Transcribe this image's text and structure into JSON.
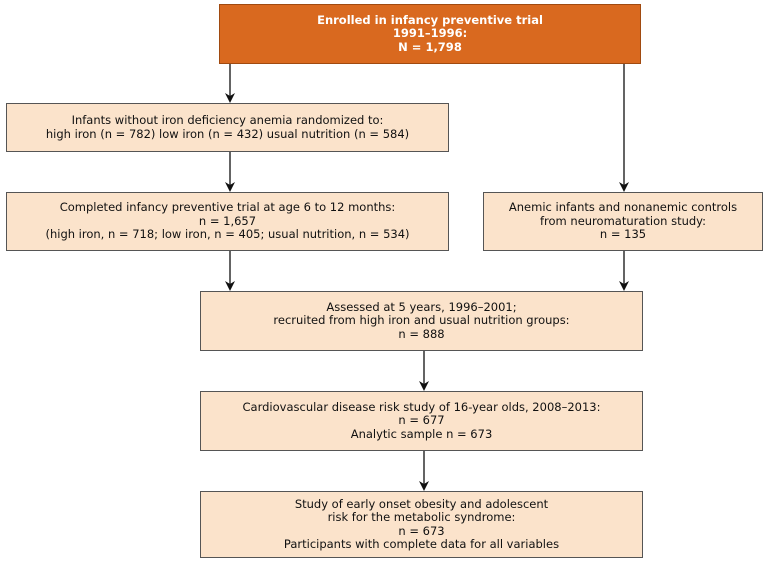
{
  "nodes": {
    "enrolled": {
      "lines": [
        "Enrolled in infancy preventive trial",
        "1991–1996:",
        "N = 1,798"
      ]
    },
    "randomized": {
      "lines": [
        "Infants without iron deficiency anemia randomized to:",
        "high iron (n = 782) low iron (n = 432) usual nutrition (n = 584)"
      ]
    },
    "completed": {
      "lines": [
        "Completed infancy preventive trial at age 6 to 12 months:",
        "n = 1,657",
        "(high iron, n = 718; low iron, n = 405; usual nutrition, n = 534)"
      ]
    },
    "anemic": {
      "lines": [
        "Anemic infants and nonanemic controls",
        "from neuromaturation study:",
        "n = 135"
      ]
    },
    "assessed": {
      "lines": [
        "Assessed at 5 years, 1996–2001;",
        "recruited from high iron and usual nutrition groups:",
        "n = 888"
      ]
    },
    "cardio": {
      "lines": [
        "Cardiovascular disease risk study of 16-year olds, 2008–2013:",
        "n = 677",
        "Analytic sample n = 673"
      ]
    },
    "obesity": {
      "lines": [
        "Study of early onset obesity and adolescent",
        "risk for the metabolic syndrome:",
        "n = 673",
        "Participants with complete data for all variables"
      ]
    }
  },
  "colors": {
    "top_fill": "#d9691f",
    "box_fill": "#fbe3cb",
    "border": "#555555",
    "arrow": "#111111"
  }
}
